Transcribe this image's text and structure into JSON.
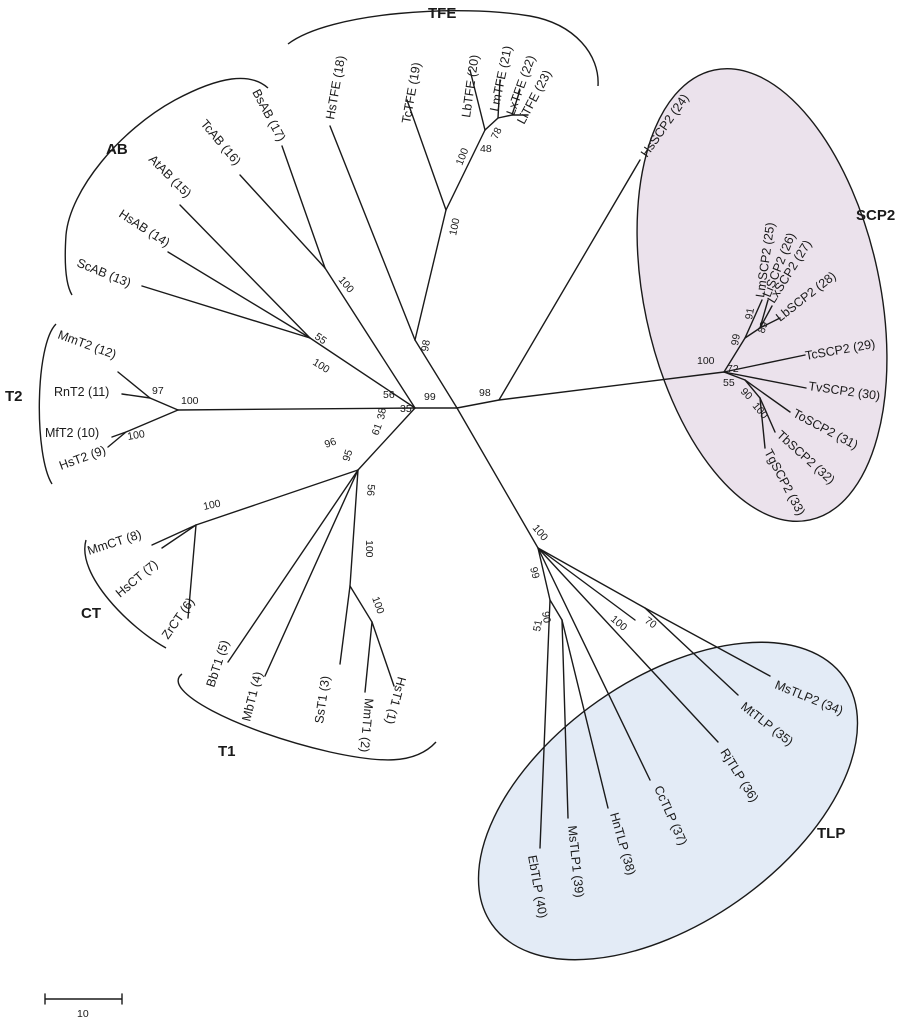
{
  "colors": {
    "scp2_fill": "#ebe2ec",
    "tlp_fill": "#e3ebf6",
    "line": "#1a1a1a"
  },
  "groups": {
    "tfe": "TFE",
    "ab": "AB",
    "scp2": "SCP2",
    "t2": "T2",
    "ct": "CT",
    "t1": "T1",
    "tlp": "TLP"
  },
  "leaves": {
    "hst1": "HsT1 (1)",
    "mmt1": "MmT1 (2)",
    "sst1": "SsT1 (3)",
    "mbt1": "MbT1 (4)",
    "bbt1": "BbT1 (5)",
    "zrct": "ZrCT (6)",
    "hsct": "HsCT (7)",
    "mmct": "MmCT (8)",
    "hst2": "HsT2 (9)",
    "mft2": "MfT2 (10)",
    "rnt2": "RnT2 (11)",
    "mmt2": "MmT2 (12)",
    "scab": "ScAB (13)",
    "hsab": "HsAB (14)",
    "atab": "AtAB (15)",
    "tcab": "TcAB (16)",
    "bsab": "BsAB (17)",
    "hstfe": "HsTFE (18)",
    "tctfe": "TcTFE (19)",
    "lbtfe": "LbTFE (20)",
    "lmtfe": "LmTFE (21)",
    "lxtfe": "LxTFE (22)",
    "litfe": "LiTFE (23)",
    "hsscp2": "HsSCP2 (24)",
    "lmscp2": "LmSCP2 (25)",
    "liscp2": "LiSCP2 (26)",
    "lxscp2": "LxSCP2 (27)",
    "lbscp2": "LbSCP2 (28)",
    "tcscp2": "TcSCP2 (29)",
    "tvscp2": "TvSCP2 (30)",
    "toscp2": "ToSCP2 (31)",
    "tbscp2": "TbSCP2 (32)",
    "tgscp2": "TgSCP2 (33)",
    "mstlp2": "MsTLP2 (34)",
    "mttlp": "MtTLP (35)",
    "rjtlp": "RjTLP (36)",
    "cctlp": "CcTLP (37)",
    "hntlp": "HnTLP (38)",
    "mstlp1": "MsTLP1 (39)",
    "ebtlp": "EbTLP (40)"
  },
  "bootstrap": {
    "tfe_root": "98",
    "tfe_inner": "100",
    "tfe_lb": "100",
    "tfe_48": "48",
    "tfe_78": "78",
    "ab_100": "100",
    "ab_55": "55",
    "ab_100b": "100",
    "ab_56": "56",
    "c_35": "35",
    "c_99": "99",
    "scp2_98": "98",
    "t2_97": "97",
    "t2_100": "100",
    "t2_100b": "100",
    "c_38": "38",
    "c_61": "61",
    "ct_96": "96",
    "ct_100": "100",
    "t1_95": "95",
    "t1_56": "56",
    "t1_100": "100",
    "t1_100b": "100",
    "scp2_100": "100",
    "scp2_99": "99",
    "scp2_91": "91",
    "scp2_89": "89",
    "scp2_72": "72",
    "scp2_55": "55",
    "scp2_90": "90",
    "scp2_100b": "100",
    "tlp_100": "100",
    "tlp_99": "99",
    "tlp_90": "90",
    "tlp_51": "51",
    "tlp_100b": "100",
    "tlp_70": "70"
  },
  "scale_bar": {
    "label": "10"
  }
}
